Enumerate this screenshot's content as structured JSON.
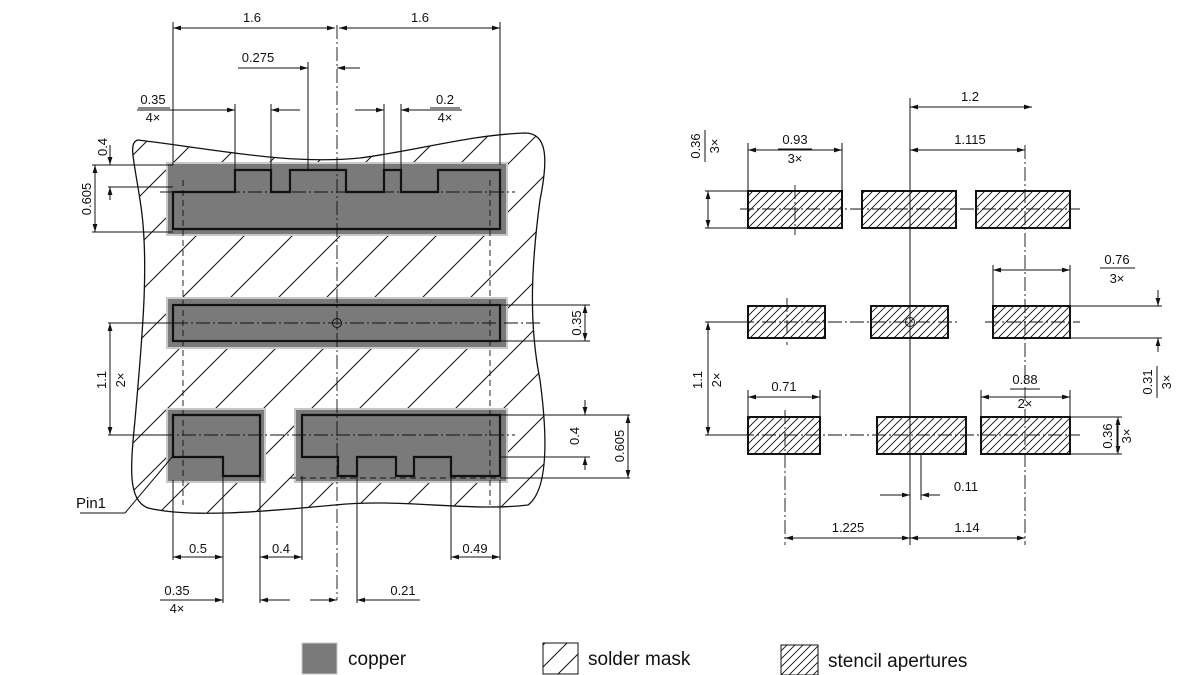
{
  "left_view": {
    "dims": {
      "top_left_span": "1.6",
      "top_right_span": "1.6",
      "gap_0275": "0.275",
      "notch_035": "0.35",
      "notch_035_count": "4×",
      "notch_02": "0.2",
      "notch_02_count": "4×",
      "mask_04_top": "0.4",
      "pad_0605_top": "0.605",
      "mid_035": "0.35",
      "pitch_11": "1.1",
      "pitch_11_count": "2×",
      "mask_04_bottom": "0.4",
      "pad_0605_bottom": "0.605",
      "bot_05": "0.5",
      "bot_04": "0.4",
      "bot_049": "0.49",
      "bot_035": "0.35",
      "bot_035_count": "4×",
      "bot_021": "0.21"
    },
    "pin1_label": "Pin1"
  },
  "right_view": {
    "dims": {
      "top_12": "1.2",
      "top_1115": "1.115",
      "pad_093": "0.93",
      "pad_093_count": "3×",
      "h_036_top": "0.36",
      "h_036_top_count": "3×",
      "pad_076": "0.76",
      "pad_076_count": "3×",
      "h_031": "0.31",
      "h_031_count": "3×",
      "pitch_11": "1.1",
      "pitch_11_count": "2×",
      "pad_071": "0.71",
      "pad_088": "0.88",
      "pad_088_count": "2×",
      "h_036_bot": "0.36",
      "h_036_bot_count": "3×",
      "off_011": "0.11",
      "span_1225": "1.225",
      "span_114": "1.14"
    }
  },
  "legend": {
    "copper": "copper",
    "solder_mask": "solder mask",
    "stencil": "stencil apertures"
  },
  "colors": {
    "copper": "#7a7a7a",
    "copper_edge": "#c8c8c8",
    "line": "#111111"
  }
}
